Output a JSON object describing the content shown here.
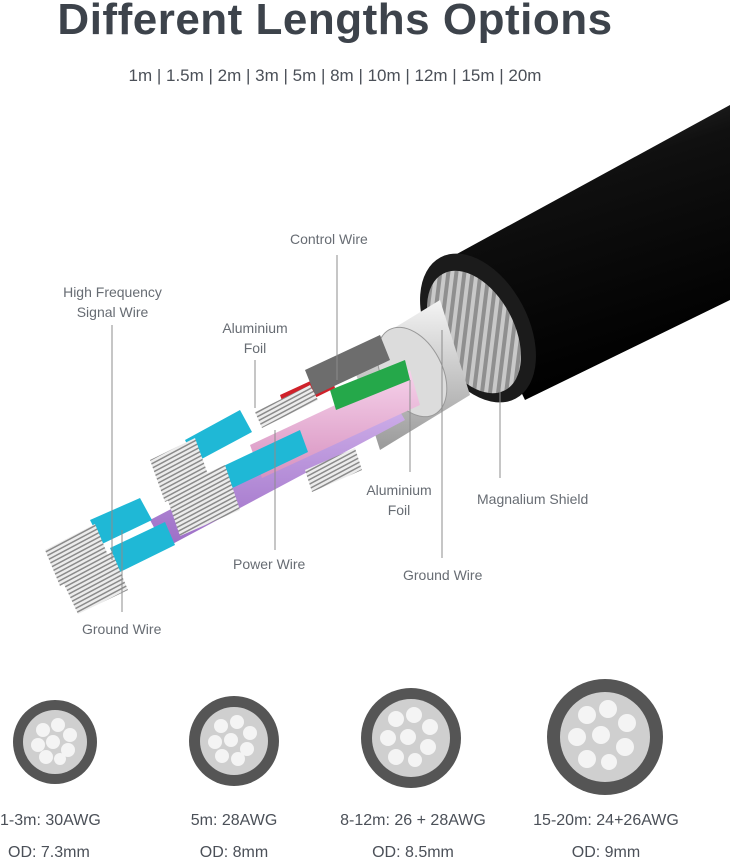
{
  "title": "Different Lengths Options",
  "lengths_line": "1m | 1.5m | 2m | 3m | 5m | 8m | 10m | 12m | 15m | 20m",
  "labels": {
    "control_wire": "Control Wire",
    "hf_signal_line1": "High Frequency",
    "hf_signal_line2": "Signal Wire",
    "al_foil_top_1": "Aluminium",
    "al_foil_top_2": "Foil",
    "al_foil_bottom_1": "Aluminium",
    "al_foil_bottom_2": "Foil",
    "magnalium_shield": "Magnalium Shield",
    "power_wire": "Power Wire",
    "ground_wire_right": "Ground Wire",
    "ground_wire_left": "Ground Wire"
  },
  "cross_sections": [
    {
      "awg": "1-3m: 30AWG",
      "od": "OD: 7.3mm"
    },
    {
      "awg": "5m: 28AWG",
      "od": "OD: 8mm"
    },
    {
      "awg": "8-12m: 26 + 28AWG",
      "od": "OD: 8.5mm"
    },
    {
      "awg": "15-20m: 24+26AWG",
      "od": "OD: 9mm"
    }
  ],
  "colors": {
    "jacket": "#151515",
    "cyan_band": "#1fb8d6",
    "pink_wire": "#e8a8d0",
    "purple_wire": "#b98bd6",
    "green_wire": "#25a84a",
    "red_wire": "#d0212a",
    "ring": "#555555",
    "conductor_fill": "#d5d5d5"
  }
}
